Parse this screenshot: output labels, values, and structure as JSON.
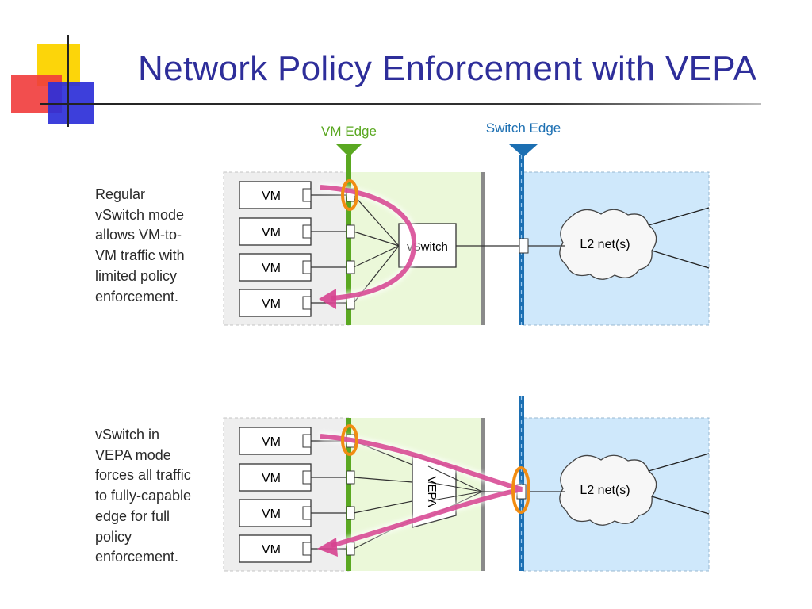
{
  "title": "Network Policy Enforcement with VEPA",
  "colors": {
    "title": "#2e2e9a",
    "vm_edge": "#5aa821",
    "switch_edge": "#1c6fb2",
    "traffic": "#d6418f",
    "highlight": "#f28c12",
    "host_area": "#ebf8d9",
    "network_area": "#cfe8fb"
  },
  "edges": {
    "vm_edge_label": "VM Edge",
    "switch_edge_label": "Switch Edge"
  },
  "top_panel": {
    "description": "Regular\nvSwitch mode\nallows VM-to-\nVM traffic with\nlimited policy\nenforcement.",
    "vms": [
      "VM",
      "VM",
      "VM",
      "VM"
    ],
    "switch_label": "vSwitch",
    "network_label": "L2 net(s)"
  },
  "bottom_panel": {
    "description": "vSwitch in\nVEPA mode\nforces all traffic\nto fully-capable\nedge for full\npolicy\nenforcement.",
    "vms": [
      "VM",
      "VM",
      "VM",
      "VM"
    ],
    "switch_label": "VEPA",
    "network_label": "L2 net(s)"
  }
}
